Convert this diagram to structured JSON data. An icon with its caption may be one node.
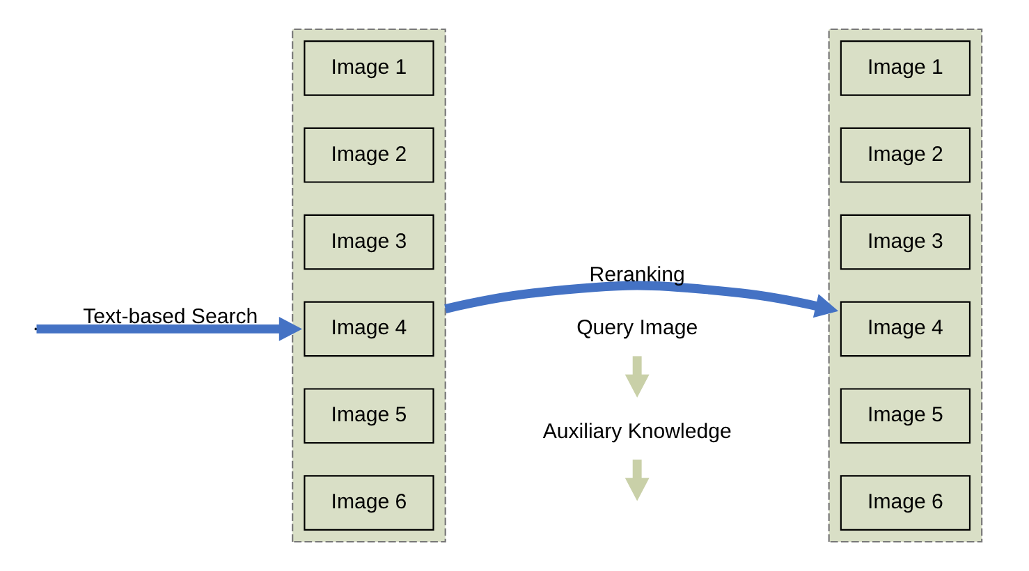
{
  "diagram": {
    "nodes": [
      {
        "text": [],
        "shape": "box"
      },
      {
        "text": [
          "Image 1"
        ],
        "in": 0
      },
      {
        "text": [
          "Image 2"
        ],
        "in": 0
      },
      {
        "text": [
          "Image 3"
        ],
        "in": 0
      },
      {
        "text": [
          "Image 4"
        ],
        "in": 0
      },
      {
        "text": [
          "Image 5"
        ],
        "in": 0
      },
      {
        "text": [
          "Image 6"
        ],
        "in": 0
      },
      {
        "text": [],
        "shape": "box"
      },
      {
        "text": [
          "Image 1"
        ],
        "in": 7
      },
      {
        "text": [
          "Image 2"
        ],
        "in": 7
      },
      {
        "text": [
          "Image 3"
        ],
        "in": 7
      },
      {
        "text": [
          "Image 4"
        ],
        "in": 7
      },
      {
        "text": [
          "Image 5"
        ],
        "in": 7
      },
      {
        "text": [
          "Image 6"
        ],
        "in": 7
      },
      {
        "text": [
          "Query Image"
        ]
      },
      {
        "text": [
          "Auxiliary Knowledge"
        ]
      }
    ],
    "edges": [
      {
        "from": null,
        "to": 0,
        "arrow": "to",
        "label": "Text-based Search",
        "color": "#4472c4"
      },
      {
        "from": 0,
        "to": 7,
        "arrow": "to",
        "label": "Reranking",
        "color": "#4472c4"
      },
      {
        "from": 14,
        "to": null,
        "arrow": "to",
        "color": "#c9d0a8"
      },
      {
        "from": 15,
        "to": null,
        "arrow": "to",
        "color": "#c9d0a8"
      }
    ]
  }
}
